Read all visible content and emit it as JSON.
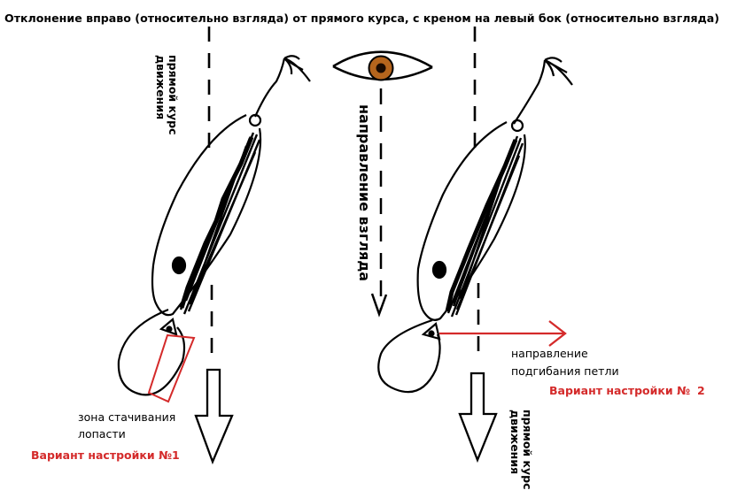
{
  "title": "Отклонение вправо (относительно взгляда) от прямого курса, с креном на левый бок (относительно взгляда)",
  "labels": {
    "straight_course_left": [
      "прямой курс",
      "движения"
    ],
    "straight_course_right": [
      "прямой курс",
      "движения"
    ],
    "gaze_direction": "направление взгляда",
    "loop_bend_direction": [
      "направление",
      "подгибания петли"
    ],
    "blade_grinding_zone": [
      "зона стачивания",
      "лопасти"
    ]
  },
  "variants": {
    "variant_1": "Вариант настройки №1",
    "variant_2": "Вариант настройки №",
    "variant_2_number": "2"
  },
  "colors": {
    "accent_red": "#d42a2a",
    "ink": "#000000",
    "iris_brown": "#b5651d",
    "background": "#ffffff"
  }
}
